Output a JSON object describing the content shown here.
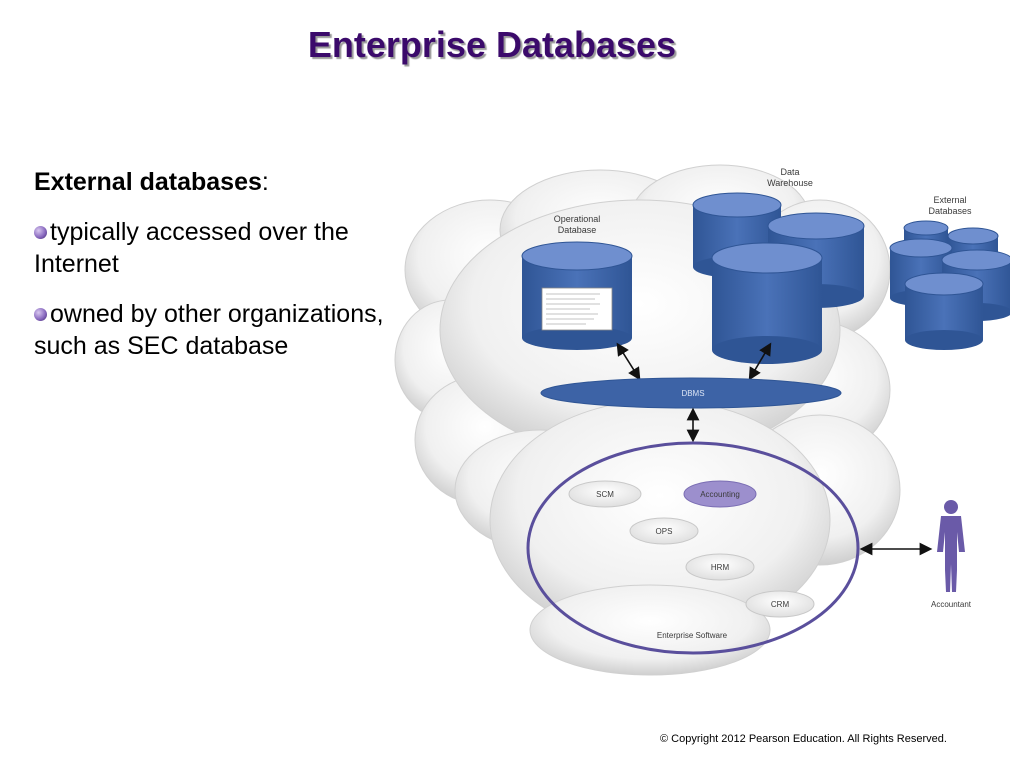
{
  "slide": {
    "title": "Enterprise Databases",
    "heading": "External databases",
    "heading_colon": ":",
    "bullets": [
      "typically accessed over the Internet",
      "owned by other organizations, such as SEC database"
    ],
    "copyright": "© Copyright 2012 Pearson Education. All Rights Reserved."
  },
  "diagram": {
    "labels": {
      "data_warehouse_1": "Data",
      "data_warehouse_2": "Warehouse",
      "operational_db_1": "Operational",
      "operational_db_2": "Database",
      "external_db_1": "External",
      "external_db_2": "Databases",
      "dbms": "DBMS",
      "scm": "SCM",
      "accounting": "Accounting",
      "ops": "OPS",
      "hrm": "HRM",
      "crm": "CRM",
      "enterprise_software": "Enterprise Software",
      "accountant": "Accountant"
    },
    "colors": {
      "database_fill": "#3d63a6",
      "database_top": "#6f8fcf",
      "ring": "#5a4f9c",
      "accounting_fill": "#9c8fcd",
      "title": "#3b0a6b"
    }
  }
}
